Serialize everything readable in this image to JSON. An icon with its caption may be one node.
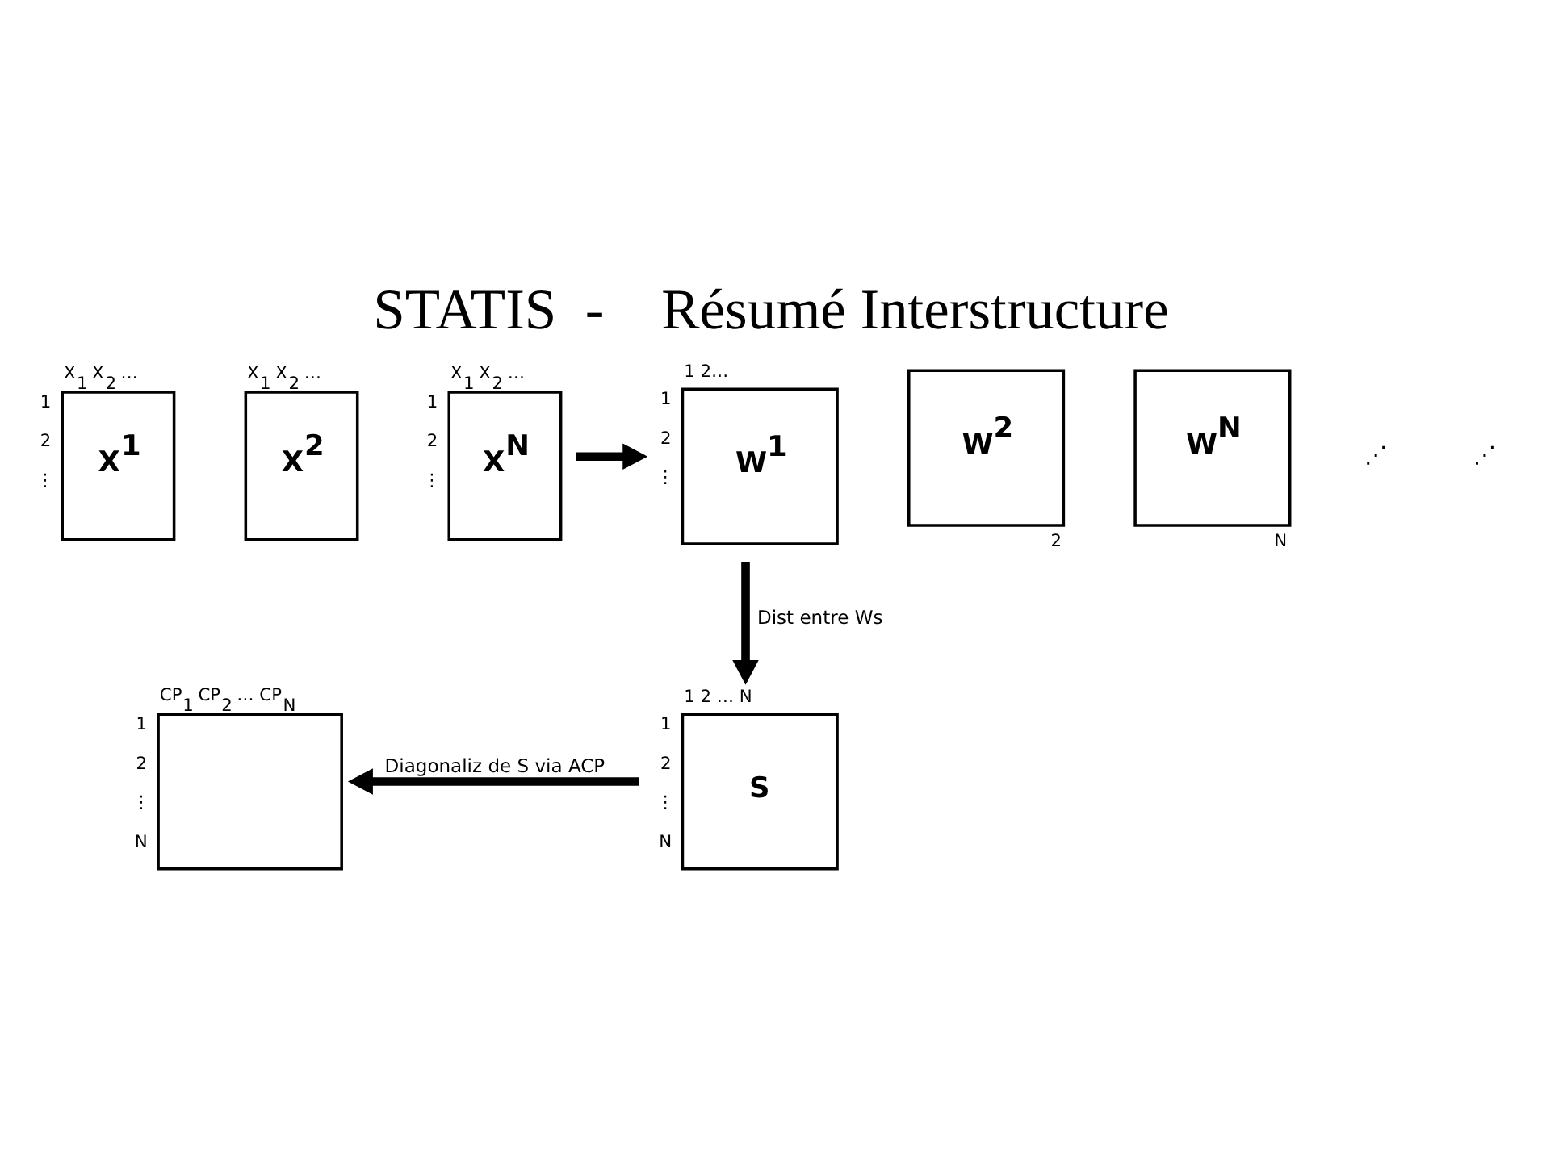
{
  "diagram": {
    "title": "STATIS  -    Résumé Interstructure",
    "nodes": [
      {
        "text": [
          "X$^{1}$"
        ],
        "beside": [
          "X$_{1}$ X$_{2}$ …",
          "1",
          "2",
          "⋮"
        ]
      },
      {
        "text": [
          "X$^{2}$"
        ],
        "beside": [
          "X$_{1}$ X$_{2}$ …"
        ]
      },
      {
        "text": [
          "X$^{N}$"
        ],
        "beside": [
          "X$_{1}$ X$_{2}$ …",
          "1",
          "2",
          "⋮"
        ]
      },
      {
        "text": [
          "W$^{1}$"
        ],
        "beside": [
          "1 2…",
          "1",
          "2",
          "⋮"
        ]
      },
      {
        "text": [
          "W$^{2}$"
        ],
        "beside": [
          "2"
        ]
      },
      {
        "text": [
          "W$^{N}$"
        ],
        "beside": [
          "N"
        ]
      },
      {
        "text": [
          "S"
        ],
        "beside": [
          "1 2 … N",
          "1",
          "2",
          "⋮",
          "N"
        ]
      },
      {
        "text": [],
        "shape": "box",
        "beside": [
          "CP$_{1}$ CP$_{2}$ … CP$_{N}$",
          "1",
          "2",
          "⋮",
          "N"
        ]
      }
    ],
    "edges": [
      {
        "from": 2,
        "to": 3,
        "arrow": "to"
      },
      {
        "from": 3,
        "to": 6,
        "arrow": "to",
        "label": "Dist entre Ws"
      },
      {
        "from": 6,
        "to": 7,
        "arrow": "to",
        "label": "Diagonaliz de S via ACP"
      }
    ],
    "labels": [
      "⋰",
      "⋰"
    ]
  }
}
